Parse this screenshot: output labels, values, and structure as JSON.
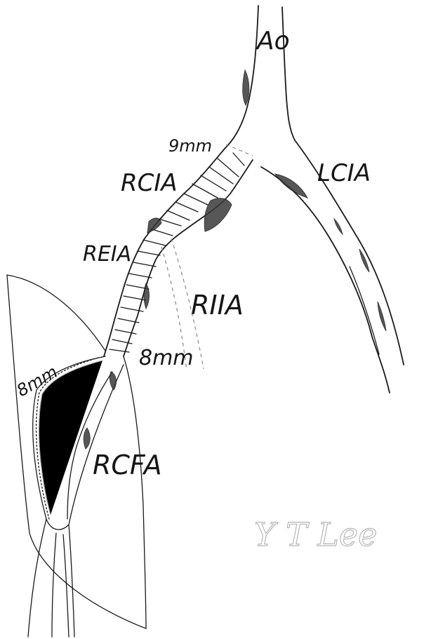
{
  "labels": {
    "ao": "Ao",
    "lcia": "LCIA",
    "rcia": "RCIA",
    "reia": "REIA",
    "riia": "RIIA",
    "rcfa": "RCFA",
    "size_9mm": "9mm",
    "size_8mm_upper": "8mm",
    "size_8mm_lower": "8mm"
  },
  "signature": "Y T Lee"
}
